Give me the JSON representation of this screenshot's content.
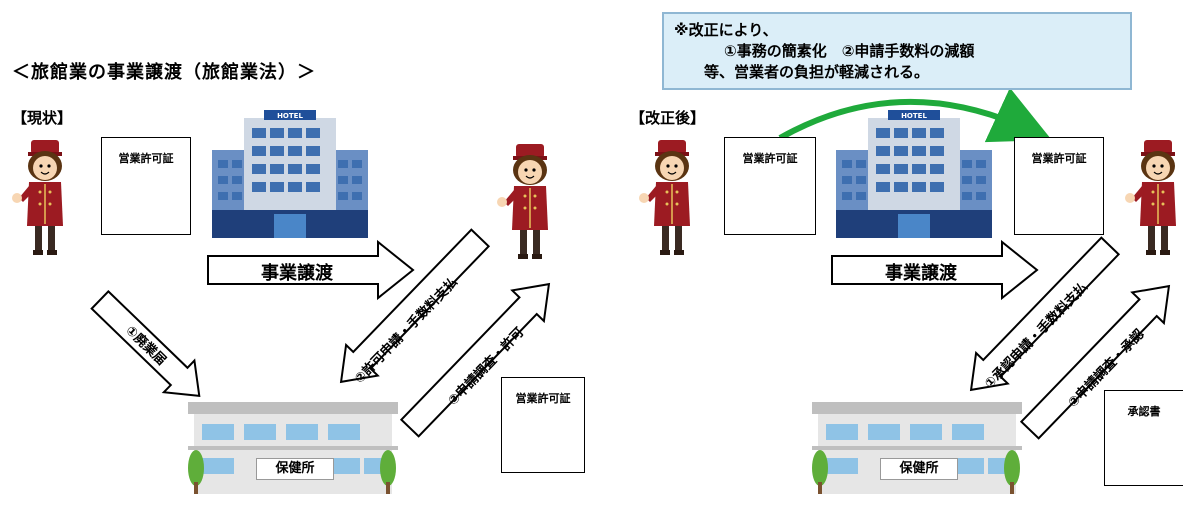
{
  "title": "＜旅館業の事業譲渡（旅館業法）＞",
  "note": {
    "line1": "※改正により、",
    "line2": "①事務の簡素化　②申請手数料の減額",
    "line3": "等、営業者の負担が軽減される。"
  },
  "left": {
    "section_label": "【現状】",
    "license_doc": "営業許可証",
    "transfer_label": "事業譲渡",
    "step1": "①廃業届",
    "step2": "②許可申請・手数料支払",
    "step3": "③申請調査・許可",
    "returned_doc": "営業許可証",
    "health_center": "保健所",
    "hotel_sign": "HOTEL"
  },
  "right": {
    "section_label": "【改正後】",
    "license_doc_from": "営業許可証",
    "license_doc_to": "営業許可証",
    "transfer_label": "事業譲渡",
    "step1": "①承認申請・手数料支払",
    "step2": "②申請調査・承認",
    "approval_doc": "承認書",
    "health_center": "保健所",
    "hotel_sign": "HOTEL"
  },
  "colors": {
    "note_bg": "#dbeef8",
    "hotel_blue": "#3e6fb0",
    "uniform_red": "#9c1b22",
    "green_arrow": "#1faa3b",
    "building_gray": "#d9d9d9"
  }
}
